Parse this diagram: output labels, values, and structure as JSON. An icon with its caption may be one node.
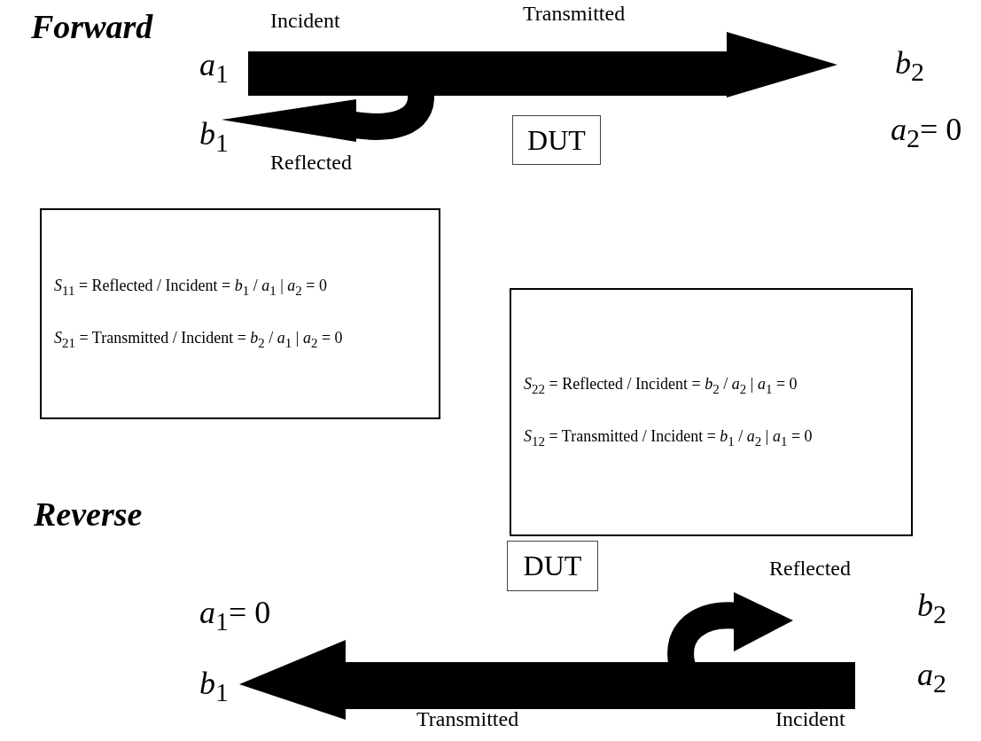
{
  "diagram": {
    "nodes": [
      {
        "text": [
          "DUT"
        ]
      },
      {
        "text": [
          "*S*$_{11}$ = Reflected / Incident = *b*$_{1}$ / *a*$_{1}$ | *a*$_{2}$ = 0",
          "*S*$_{21}$ = Transmitted / Incident = *b*$_{2}$ / *a*$_{1}$ | *a*$_{2}$ = 0"
        ]
      },
      {
        "text": [
          "*S*$_{22}$ = Reflected / Incident = *b*$_{2}$ / *a*$_{2}$ | *a*$_{1}$ = 0",
          "*S*$_{12}$ = Transmitted / Incident = *b*$_{1}$ / *a*$_{2}$ | *a*$_{1}$ = 0"
        ]
      },
      {
        "text": [
          "DUT"
        ]
      }
    ],
    "labels": [
      "Forward",
      "Incident",
      "Transmitted",
      "*a*$_{1}$",
      "*b*$_{2}$",
      "*b*$_{1}$",
      "*a*$_{2}$= 0",
      "Reflected",
      "Reverse",
      "Reflected",
      "*a*$_{1}$= 0",
      "*b*$_{2}$",
      "*b*$_{1}$",
      "*a*$_{2}$",
      "Transmitted",
      "Incident"
    ]
  }
}
